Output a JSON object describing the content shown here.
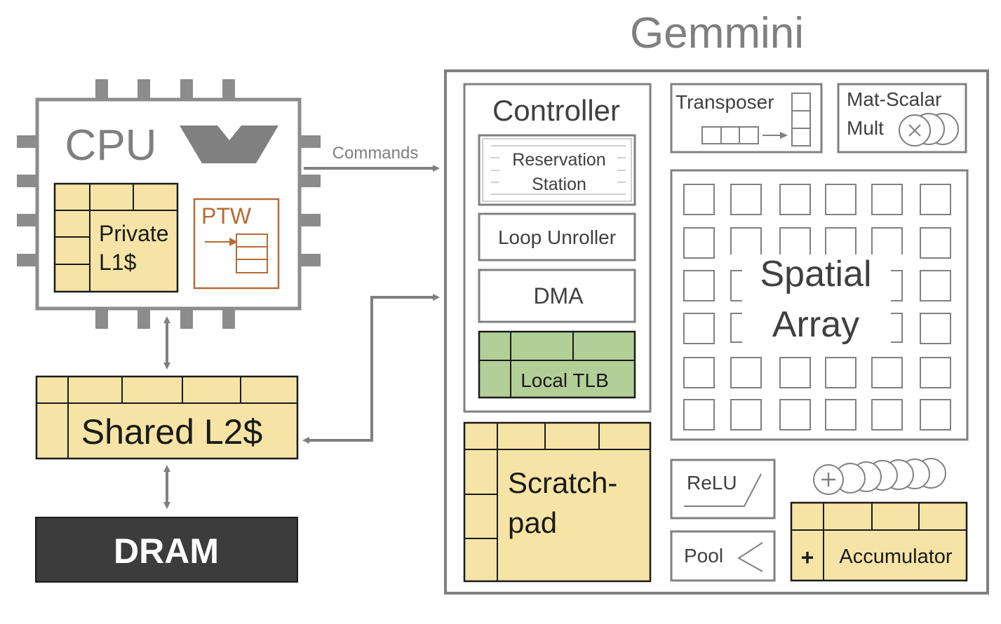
{
  "title": "Gemmini",
  "cpu": {
    "label": "CPU",
    "private_cache_line1": "Private",
    "private_cache_line2": "L1$",
    "ptw": "PTW"
  },
  "commands_label": "Commands",
  "shared_l2": "Shared L2$",
  "dram": "DRAM",
  "controller": {
    "title": "Controller",
    "reservation_line1": "Reservation",
    "reservation_line2": "Station",
    "loop_unroller": "Loop Unroller",
    "dma": "DMA",
    "local_tlb": "Local TLB"
  },
  "scratchpad_line1": "Scratch-",
  "scratchpad_line2": "pad",
  "transposer": "Transposer",
  "mat_scalar_line1": "Mat-Scalar",
  "mat_scalar_line2": "Mult",
  "spatial_line1": "Spatial",
  "spatial_line2": "Array",
  "relu": "ReLU",
  "pool": "Pool",
  "accumulator": "Accumulator",
  "accumulator_plus": "+",
  "colors": {
    "cache_fill": "#f6e4a6",
    "tlb_fill": "#b3cf98",
    "dram_fill": "#3c3c3c",
    "ptw_color": "#b86a35",
    "outline": "#7f7f7f",
    "text_dark": "#1a1a1a"
  }
}
